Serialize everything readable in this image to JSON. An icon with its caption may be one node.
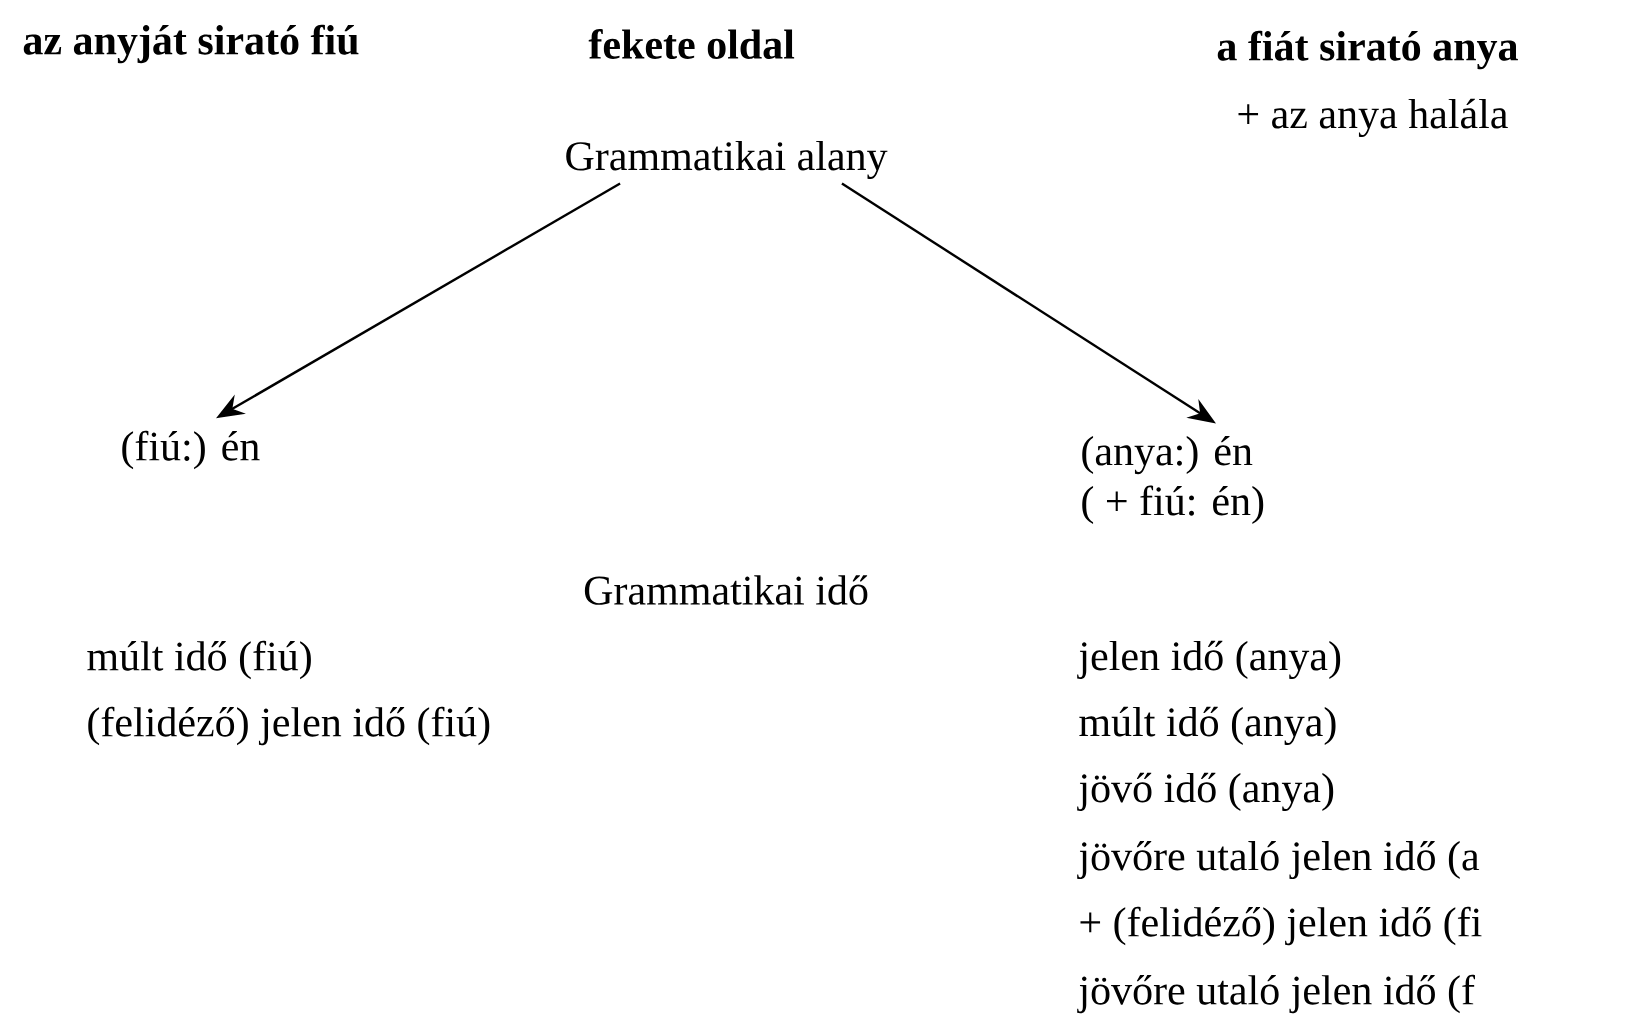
{
  "diagram": {
    "nodes": [
      {
        "text": [
          "Grammatikai alany"
        ]
      },
      {
        "text": [
          "(fiú:) én"
        ]
      },
      {
        "text": [
          "(anya:) én",
          "( + fiú: én)"
        ]
      }
    ],
    "edges": [
      {
        "from": 0,
        "to": 1,
        "arrow": "to"
      },
      {
        "from": 0,
        "to": 2,
        "arrow": "to"
      }
    ],
    "labels": [
      "az anyját sirató fiú",
      "fekete oldal",
      "a fiát sirató anya",
      "+ az anya halála",
      "Grammatikai idő",
      "múlt idő (fiú)",
      "jelen idő (anya)",
      "(felidéző) jelen idő (fiú)",
      "múlt idő (anya)",
      "jövő idő (anya)",
      "jövőre utaló jelen idő (a",
      "+ (felidéző) jelen idő (fi",
      "jövőre utaló jelen idő (f"
    ]
  }
}
